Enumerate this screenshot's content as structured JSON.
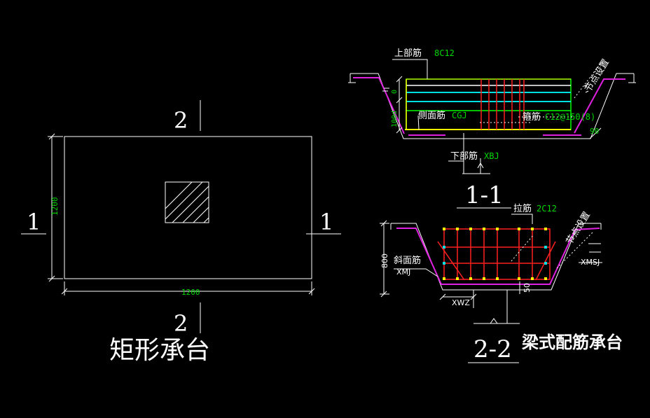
{
  "colors": {
    "background": "#000000",
    "lines": "#ffffff",
    "dimension_text": "#00d800",
    "pink": "#e020e0",
    "rebar_red": "#ff2020",
    "rebar_green": "#00ff00",
    "rebar_cyan": "#00e0e0",
    "rebar_yellow": "#ffff00"
  },
  "plan": {
    "section_mark_2": "2",
    "section_mark_1": "1",
    "dim_height": "1200",
    "dim_width": "1200",
    "title": "矩形承台"
  },
  "section_1_1": {
    "label_top_rebar": "上部筋",
    "label_top_rebar_spec": "8C12",
    "label_side_rebar": "侧面筋",
    "label_side_rebar_code": "CGJ",
    "label_stirrup": "箍筋",
    "label_stirrup_spec": "C12@150(8)",
    "label_bottom_rebar": "下部筋",
    "label_bottom_rebar_code": "XBJ",
    "node_setting": "节点设置",
    "dim_top": "0",
    "dim_side": "100d",
    "angle": "90",
    "title": "1-1"
  },
  "section_2_2": {
    "label_tie": "拉筋",
    "label_tie_spec": "2C12",
    "label_slope_rebar": "斜面筋",
    "label_slope_code": "XMJ",
    "label_slope_code_right": "XMSJ",
    "label_bottom_code": "XWZ",
    "dim_height": "800",
    "dim_cover": "50",
    "node_setting": "节点设置",
    "title": "2-2",
    "subtitle": "梁式配筋承台"
  }
}
